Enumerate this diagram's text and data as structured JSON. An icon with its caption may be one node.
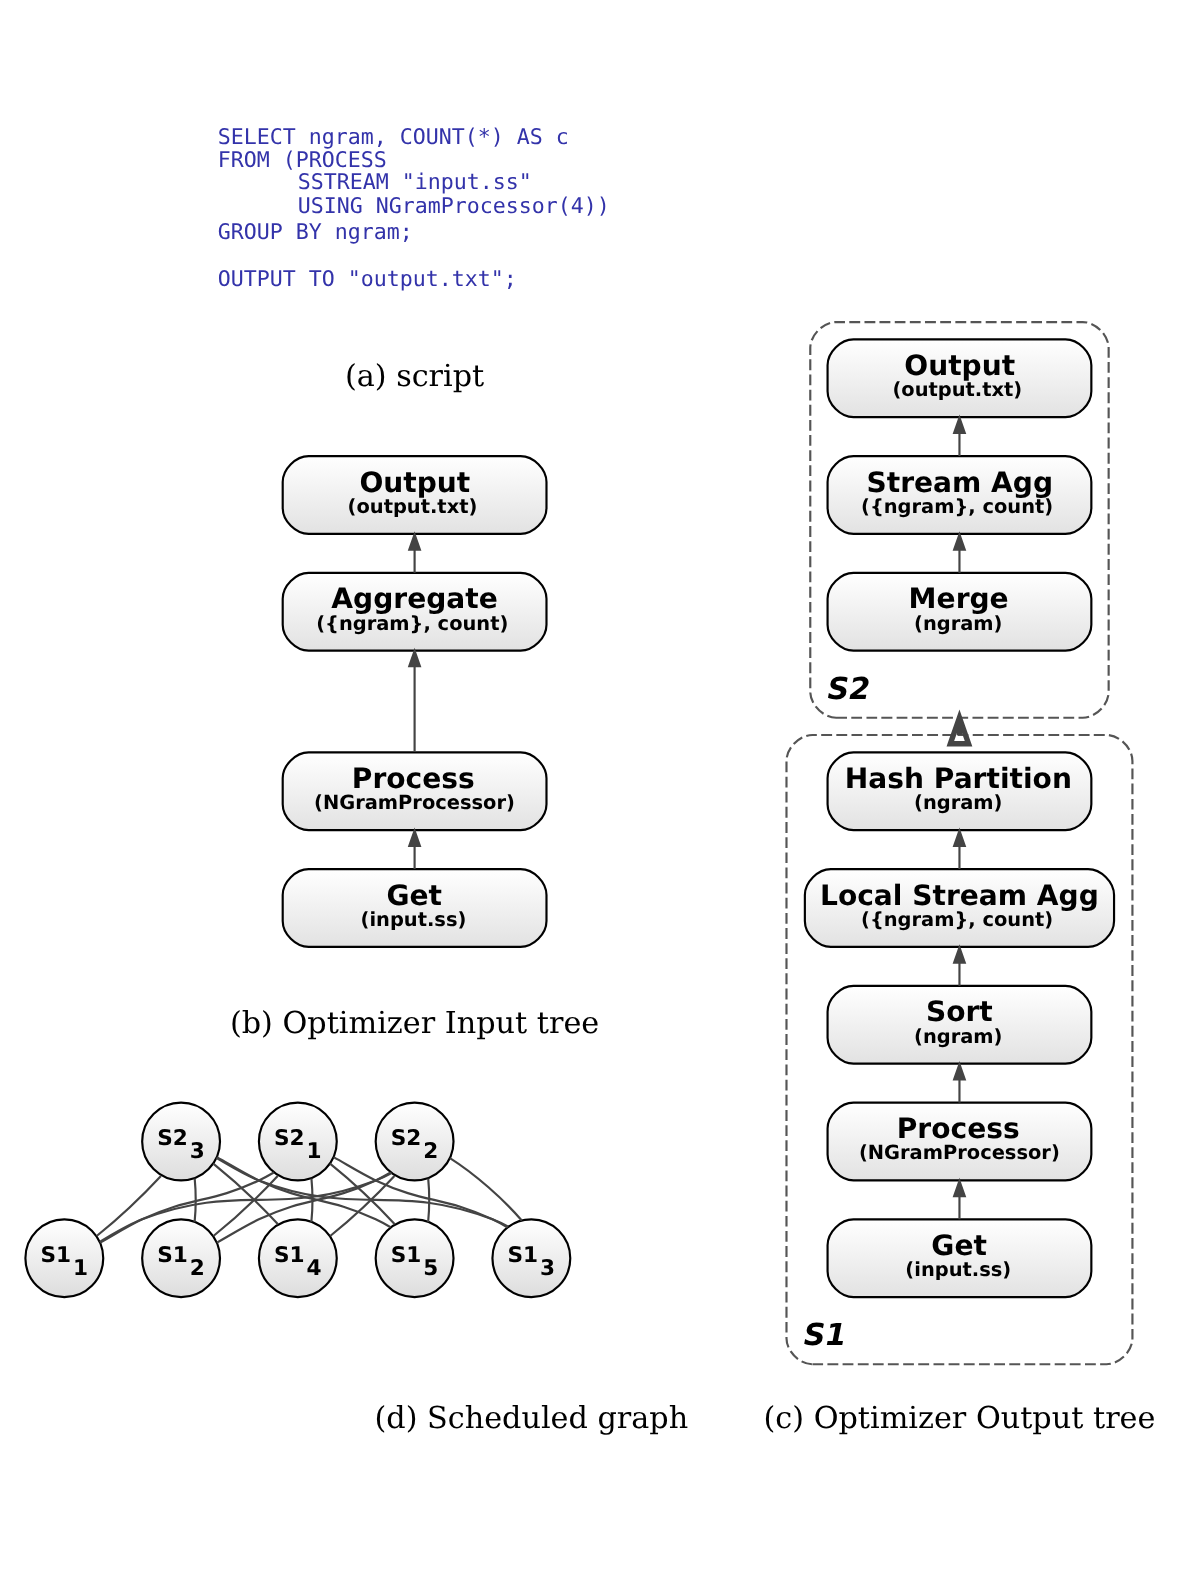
{
  "diagram": {
    "nodes": [
      {
        "text": [
          "Output",
          "(output.txt)"
        ]
      },
      {
        "text": [
          "Aggregate",
          "({ngram}, count)"
        ]
      },
      {
        "text": [
          "Process",
          "(NGramProcessor)"
        ]
      },
      {
        "text": [
          "Get",
          "(input.ss)"
        ]
      },
      {
        "text": [
          "S2"
        ]
      },
      {
        "text": [
          "Output",
          "(output.txt)"
        ],
        "in": 4
      },
      {
        "text": [
          "Stream Agg",
          "({ngram}, count)"
        ],
        "in": 4
      },
      {
        "text": [
          "Merge",
          "(ngram)"
        ],
        "in": 4
      },
      {
        "text": [
          "S1"
        ]
      },
      {
        "text": [
          "Hash Partition",
          "(ngram)"
        ],
        "in": 8
      },
      {
        "text": [
          "Local Stream Agg",
          "({ngram}, count)"
        ],
        "in": 8
      },
      {
        "text": [
          "Sort",
          "(ngram)"
        ],
        "in": 8
      },
      {
        "text": [
          "Process",
          "(NGramProcessor)"
        ],
        "in": 8
      },
      {
        "text": [
          "Get",
          "(input.ss)"
        ],
        "in": 8
      },
      {
        "text": [
          "S2$_{1}$"
        ]
      },
      {
        "text": [
          "S2$_{2}$"
        ]
      },
      {
        "text": [
          "S2$_{3}$"
        ]
      },
      {
        "text": [
          "S1$_{1}$"
        ]
      },
      {
        "text": [
          "S1$_{2}$"
        ]
      },
      {
        "text": [
          "S1$_{3}$"
        ]
      },
      {
        "text": [
          "S1$_{4}$"
        ]
      },
      {
        "text": [
          "S1$_{5}$"
        ]
      }
    ],
    "edges": [
      {
        "from": 3,
        "to": 2,
        "arrow": "to"
      },
      {
        "from": 2,
        "to": 1,
        "arrow": "to"
      },
      {
        "from": 1,
        "to": 0,
        "arrow": "to"
      },
      {
        "from": 7,
        "to": 6,
        "arrow": "to"
      },
      {
        "from": 6,
        "to": 5,
        "arrow": "to"
      },
      {
        "from": 8,
        "to": 4,
        "arrow": "to",
        "style": "thick"
      },
      {
        "from": 13,
        "to": 12,
        "arrow": "to"
      },
      {
        "from": 12,
        "to": 11,
        "arrow": "to"
      },
      {
        "from": 11,
        "to": 10,
        "arrow": "to"
      },
      {
        "from": 10,
        "to": 9,
        "arrow": "to"
      },
      {
        "from": 14,
        "to": 17,
        "arrow": "none"
      },
      {
        "from": 14,
        "to": 18,
        "arrow": "none"
      },
      {
        "from": 14,
        "to": 19,
        "arrow": "none"
      },
      {
        "from": 14,
        "to": 20,
        "arrow": "none"
      },
      {
        "from": 14,
        "to": 21,
        "arrow": "none"
      },
      {
        "from": 15,
        "to": 17,
        "arrow": "none"
      },
      {
        "from": 15,
        "to": 18,
        "arrow": "none"
      },
      {
        "from": 15,
        "to": 19,
        "arrow": "none"
      },
      {
        "from": 15,
        "to": 20,
        "arrow": "none"
      },
      {
        "from": 15,
        "to": 21,
        "arrow": "none"
      },
      {
        "from": 16,
        "to": 17,
        "arrow": "none"
      },
      {
        "from": 16,
        "to": 18,
        "arrow": "none"
      },
      {
        "from": 16,
        "to": 19,
        "arrow": "none"
      },
      {
        "from": 16,
        "to": 20,
        "arrow": "none"
      },
      {
        "from": 16,
        "to": 21,
        "arrow": "none"
      }
    ],
    "labels": [
      "SELECT ngram, COUNT(*) AS c",
      "FROM (PROCESS",
      "SSTREAM \"input.ss\"",
      "USING NGramProcessor(4))",
      "GROUP BY ngram;",
      "OUTPUT TO \"output.txt\";",
      "(a) script",
      "(b) Optimizer Input tree",
      "(c) Optimizer Output tree",
      "(d) Scheduled graph"
    ]
  }
}
